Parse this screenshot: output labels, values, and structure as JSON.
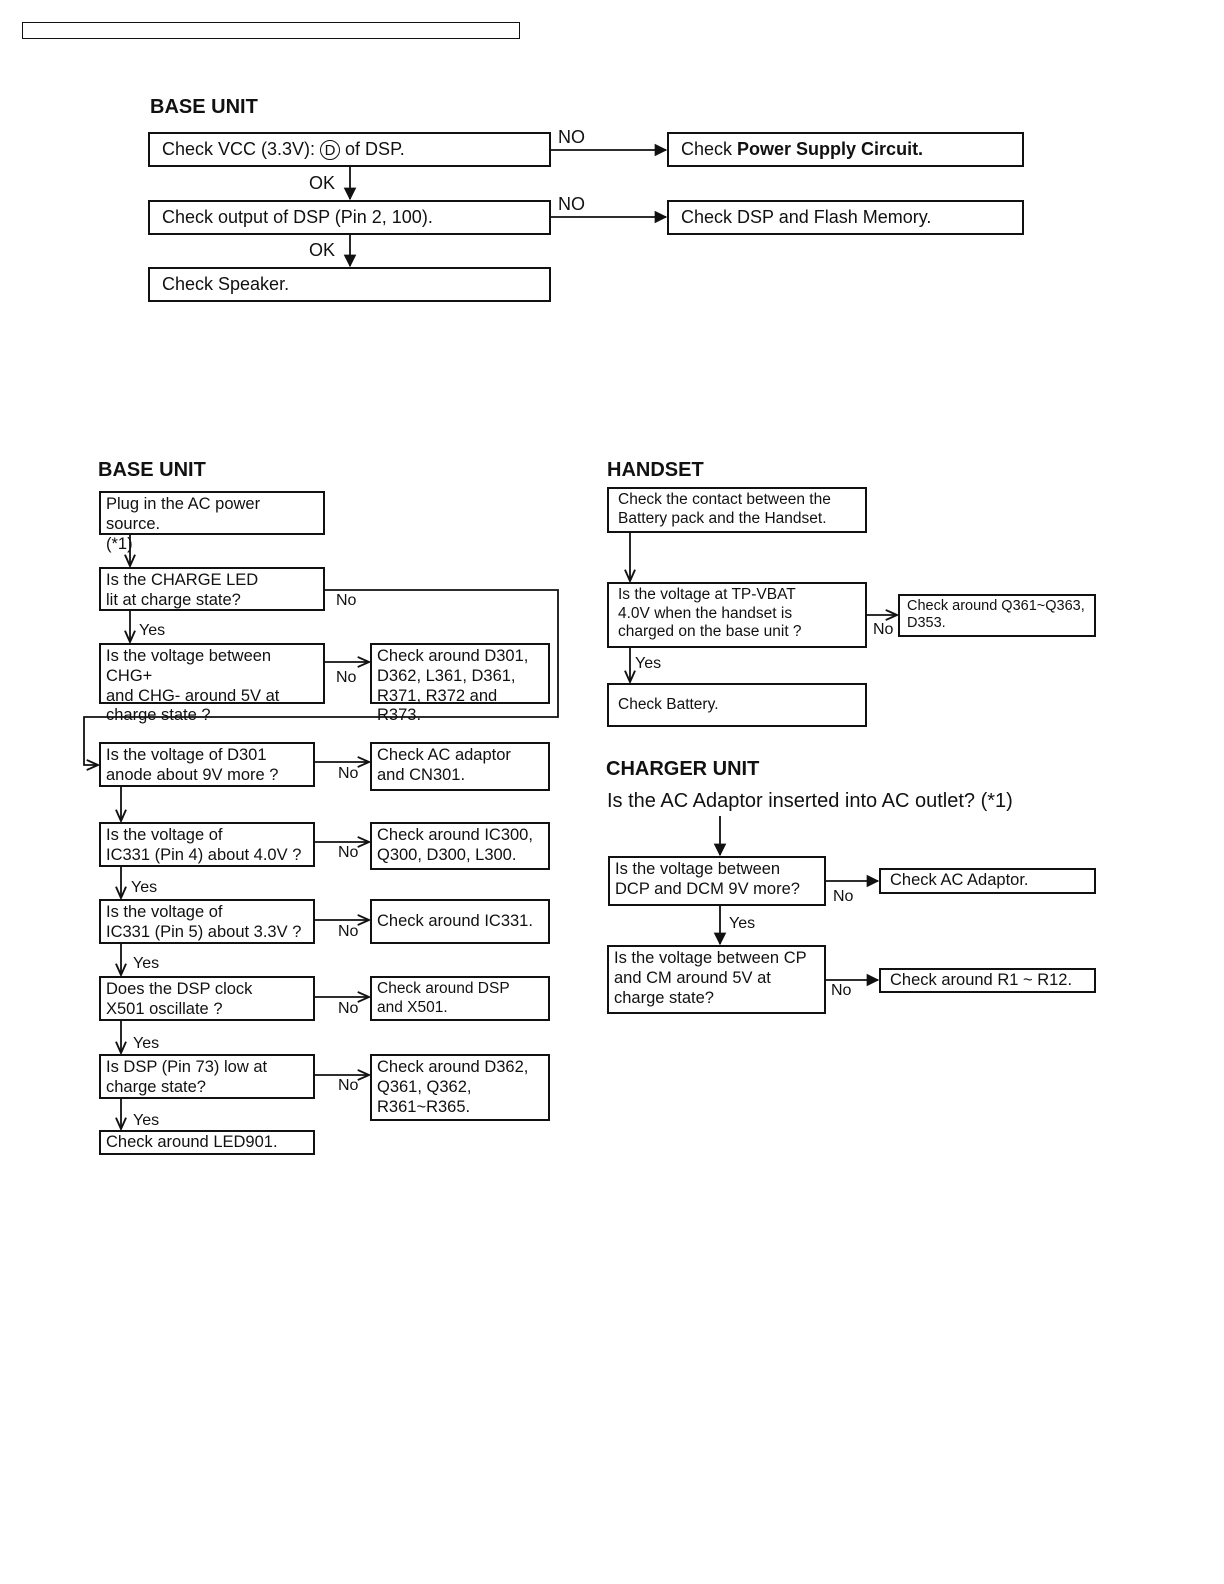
{
  "section1": {
    "heading": "BASE UNIT",
    "vcc_box": {
      "prefix": "Check VCC (3.3V): ",
      "symbol": "D",
      "suffix": " of DSP."
    },
    "output_box": "Check output of DSP (Pin 2, 100).",
    "speaker_box": "Check Speaker.",
    "psu_box": {
      "prefix": "Check ",
      "bold": "Power Supply Circuit."
    },
    "flash_box": "Check DSP and Flash Memory.",
    "no_1": "NO",
    "no_2": "NO",
    "ok_1": "OK",
    "ok_2": "OK"
  },
  "section2": {
    "heading": "BASE UNIT",
    "plug_box": "Plug in the AC power source.\n(*1)",
    "charge_led_box": "Is the CHARGE LED\nlit at charge state?",
    "chg_voltage_box": "Is the voltage between CHG+\nand CHG- around 5V at\ncharge state ?",
    "check_d301_box": "Check around D301,\nD362, L361, D361,\nR371, R372 and R373.",
    "d301_anode_box": "Is the voltage of D301\nanode about 9V more ?",
    "check_ac_box": "Check AC adaptor\nand CN301.",
    "ic331_pin4_box": "Is the voltage of\nIC331 (Pin 4) about 4.0V ?",
    "check_ic300_box": "Check around IC300,\nQ300, D300, L300.",
    "ic331_pin5_box": "Is the voltage of\nIC331 (Pin 5) about 3.3V ?",
    "check_ic331_box": "Check around IC331.",
    "dsp_clock_box": "Does the DSP clock\nX501 oscillate ?",
    "check_dsp_box": "Check around DSP\nand X501.",
    "dsp_pin73_box": "Is DSP (Pin 73) low at\ncharge state?",
    "check_d362_box": "Check around D362,\nQ361, Q362,\nR361~R365.",
    "led901_box": "Check around LED901.",
    "no_led": "No",
    "no_chg": "No",
    "no_anode": "No",
    "no_pin4": "No",
    "no_pin5": "No",
    "no_clock": "No",
    "no_pin73": "No",
    "yes_led": "Yes",
    "yes_pin4": "Yes",
    "yes_pin5": "Yes",
    "yes_clock": "Yes",
    "yes_pin73": "Yes"
  },
  "handset": {
    "heading": "HANDSET",
    "contact_box": "Check the contact between the\nBattery pack and the Handset.",
    "vbat_box": "Is the voltage at TP-VBAT\n4.0V when the handset is\ncharged on the base unit ?",
    "q361_box": "Check around  Q361~Q363,\nD353.",
    "battery_box": "Check Battery.",
    "no": "No",
    "yes": "Yes"
  },
  "charger": {
    "heading": "CHARGER UNIT",
    "question": "Is the AC Adaptor inserted into AC outlet? (*1)",
    "dcp_box": "Is the voltage between\nDCP and DCM 9V more?",
    "check_adaptor_box": "Check AC Adaptor.",
    "cp_box": "Is the voltage between CP\nand CM around 5V at\ncharge state?",
    "check_r1_box": "Check around R1 ~ R12.",
    "no_1": "No",
    "no_2": "No",
    "yes": "Yes"
  }
}
